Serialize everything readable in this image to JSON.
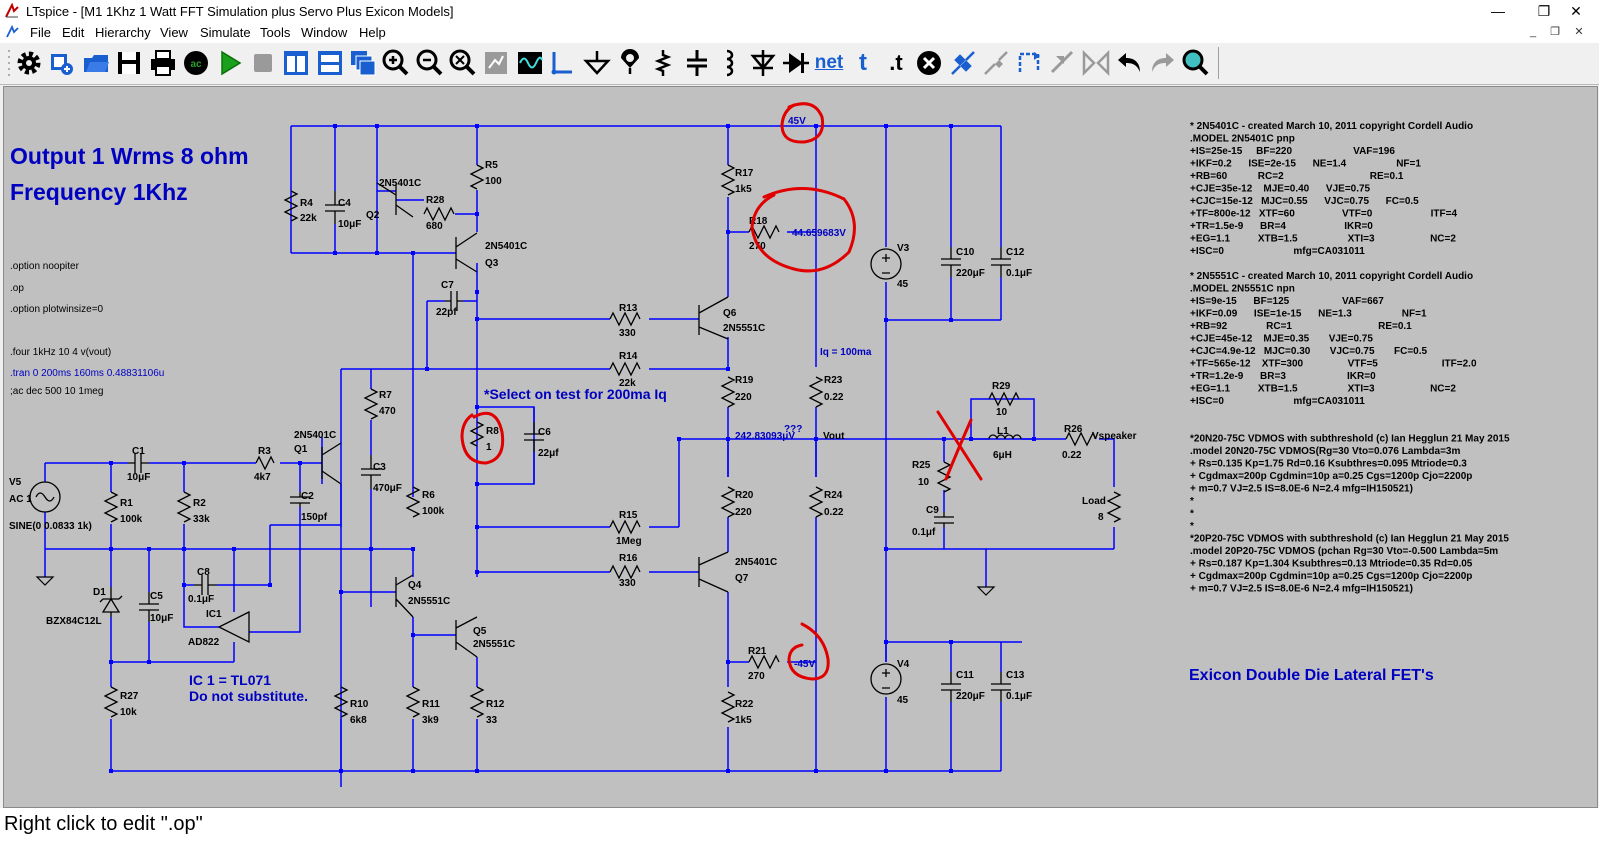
{
  "window": {
    "title": "LTspice - [M1 1Khz 1 Watt FFT Simulation plus Servo Plus Exicon Models]",
    "minimize_glyph": "—",
    "restore_glyph": "❐",
    "close_glyph": "✕",
    "mdi_minimize_glyph": "_",
    "mdi_restore_glyph": "❐",
    "mdi_close_glyph": "✕"
  },
  "menu": [
    "File",
    "Edit",
    "Hierarchy",
    "View",
    "Simulate",
    "Tools",
    "Window",
    "Help"
  ],
  "toolbar": {
    "icons": [
      "gear-icon",
      "new-schematic-icon",
      "open-icon",
      "save-icon",
      "print-icon",
      "control-panel-icon",
      "run-icon",
      "halt-icon",
      "tile-vertical-icon",
      "tile-horizontal-icon",
      "cascade-icon",
      "zoom-in-icon",
      "zoom-out-icon",
      "zoom-fit-icon",
      "zoom-area-icon",
      "waveform-icon",
      "wire-icon",
      "ground-icon",
      "label-icon",
      "resistor-icon",
      "capacitor-icon",
      "inductor-icon",
      "diode-icon",
      "component-icon",
      "net-icon",
      "text-icon",
      "spice-directive-icon",
      "delete-icon",
      "move-icon",
      "drag-icon",
      "rotate-icon",
      "mirror-icon",
      "paste-icon",
      "undo-icon",
      "redo-icon",
      "find-icon"
    ],
    "net_label": "net",
    "text_label": "t",
    "directive_label": ".t"
  },
  "annotations": {
    "heading1": "Output 1 Wrms 8 ohm",
    "heading2": "Frequency 1Khz",
    "select_note": "*Select on test for 200ma Iq",
    "ic_note1": "IC 1 = TL071",
    "ic_note2": "Do not substitute.",
    "iq_note": "Iq = 100ma",
    "exicon_note": "Exicon Double Die Lateral FET's"
  },
  "directives": [
    ".option noopiter",
    ".op",
    ".option plotwinsize=0",
    ".four 1kHz 10 4 v(vout)",
    ".tran 0 200ms 160ms 0.48831106u",
    ";ac dec 500 10 1meg"
  ],
  "models": [
    "* 2N5401C - created March 10, 2011 copyright Cordell Audio",
    ".MODEL 2N5401C pnp",
    "+IS=25e-15     BF=220                      VAF=196",
    "+IKF=0.2      ISE=2e-15      NE=1.4                  NF=1",
    "+RB=60           RC=2                               RE=0.1",
    "+CJE=35e-12    MJE=0.40      VJE=0.75",
    "+CJC=15e-12   MJC=0.55      VJC=0.75      FC=0.5",
    "+TF=800e-12   XTF=60                 VTF=0                     ITF=4",
    "+TR=1.5e-9      BR=4                     IKR=0",
    "+EG=1.1          XTB=1.5                  XTI=3                    NC=2",
    "+ISC=0                         mfg=CA031011",
    "",
    "* 2N5551C - created March 10, 2011 copyright Cordell Audio",
    ".MODEL 2N5551C npn",
    "+IS=9e-15      BF=125                   VAF=667",
    "+IKF=0.09      ISE=1e-15      NE=1.3                  NF=1",
    "+RB=92              RC=1                               RE=0.1",
    "+CJE=45e-12    MJE=0.35       VJE=0.75",
    "+CJC=4.9e-12   MJC=0.30       VJC=0.75       FC=0.5",
    "+TF=565e-12    XTF=300                VTF=5                       ITF=2.0",
    "+TR=1.2e-9      BR=3                      IKR=0",
    "+EG=1.1          XTB=1.5                  XTI=3                    NC=2",
    "+ISC=0                         mfg=CA031011",
    "",
    "",
    "*20N20-75C VDMOS with subthreshold (c) Ian Hegglun 21 May 2015",
    ".model 20N20-75C VDMOS(Rg=30 Vto=0.076 Lambda=3m",
    "+ Rs=0.135 Kp=1.75 Rd=0.16 Ksubthres=0.095 Mtriode=0.3",
    "+ Cgdmax=200p Cgdmin=10p a=0.25 Cgs=1200p Cjo=2200p",
    "+ m=0.7 VJ=2.5 IS=8.0E-6 N=2.4 mfg=IH150521)",
    "*",
    "*",
    "*",
    "*20P20-75C VDMOS with subthreshold (c) Ian Hegglun 21 May 2015",
    ".model 20P20-75C VDMOS (pchan Rg=30 Vto=-0.500 Lambda=5m",
    "+ Rs=0.187 Kp=1.304 Ksubthres=0.13 Mtriode=0.35 Rd=0.05",
    "+ Cgdmax=200p Cgdmin=10p a=0.25 Cgs=1200p Cjo=2200p",
    "+ m=0.7 VJ=2.5 IS=8.0E-6 N=2.4 mfg=IH150521)"
  ],
  "nodes": {
    "pos45": "45V",
    "neg45": "-45V",
    "v44": "44.659683V",
    "v242": "242.83093μV",
    "qqq": "???",
    "vout": "Vout",
    "vspeaker": "Vspeaker"
  },
  "components": {
    "r4": "R4",
    "r4v": "22k",
    "c4": "C4",
    "c4v": "10μF",
    "q2": "Q2",
    "q2m": "2N5401C",
    "r28": "R28",
    "r28v": "680",
    "r5": "R5",
    "r5v": "100",
    "q3": "Q3",
    "q3m": "2N5401C",
    "c7": "C7",
    "c7v": "22pf",
    "r13": "R13",
    "r13v": "330",
    "q6": "Q6",
    "q6m": "2N5551C",
    "r14": "R14",
    "r14v": "22k",
    "r17": "R17",
    "r17v": "1k5",
    "r18": "R18",
    "r18v": "270",
    "r19": "R19",
    "r19v": "220",
    "r23": "R23",
    "r23v": "0.22",
    "v3": "V3",
    "v3v": "45",
    "c10": "C10",
    "c10v": "220μF",
    "c12": "C12",
    "c12v": "0.1μF",
    "r7": "R7",
    "r7v": "470",
    "r8": "R8",
    "r8v": "1",
    "c6": "C6",
    "c6v": "22μf",
    "c1": "C1",
    "c1v": "10μF",
    "r3": "R3",
    "r3v": "4k7",
    "q1": "Q1",
    "q1m": "2N5401C",
    "c3": "C3",
    "c3v": "470μF",
    "v5": "V5",
    "v5ac": "AC 1",
    "v5sine": "SINE(0 0.0833 1k)",
    "r1": "R1",
    "r1v": "100k",
    "r2": "R2",
    "r2v": "33k",
    "c2": "C2",
    "c2v": "150pf",
    "r6": "R6",
    "r6v": "100k",
    "r15": "R15",
    "r15v": "1Meg",
    "r16": "R16",
    "r16v": "330",
    "q7": "Q7",
    "q7m": "2N5401C",
    "r20": "R20",
    "r20v": "220",
    "r24": "R24",
    "r24v": "0.22",
    "r25": "R25",
    "r25v": "10",
    "c9": "C9",
    "c9v": "0.1μf",
    "r29": "R29",
    "r29v": "10",
    "l1": "L1",
    "l1v": "6μH",
    "r26": "R26",
    "r26v": "0.22",
    "load": "Load",
    "loadv": "8",
    "c8": "C8",
    "c8v": "0.1μF",
    "d1": "D1",
    "d1m": "BZX84C12L",
    "c5": "C5",
    "c5v": "10μF",
    "ic1": "IC1",
    "ic1m": "AD822",
    "q4": "Q4",
    "q4m": "2N5551C",
    "q5": "Q5",
    "q5m": "2N5551C",
    "r21": "R21",
    "r21v": "270",
    "v4": "V4",
    "v4v": "45",
    "c11": "C11",
    "c11v": "220μF",
    "c13": "C13",
    "c13v": "0.1μF",
    "r27": "R27",
    "r27v": "10k",
    "r10": "R10",
    "r10v": "6k8",
    "r11": "R11",
    "r11v": "3k9",
    "r12": "R12",
    "r12v": "33",
    "r22": "R22",
    "r22v": "1k5"
  },
  "status": {
    "text": "Right click to edit \".op\""
  },
  "colors": {
    "wire": "#0000ff",
    "canvas": "#c0c0c0",
    "comp_text": "#000000",
    "annotation": "#0000c0",
    "markup": "#e00000"
  }
}
